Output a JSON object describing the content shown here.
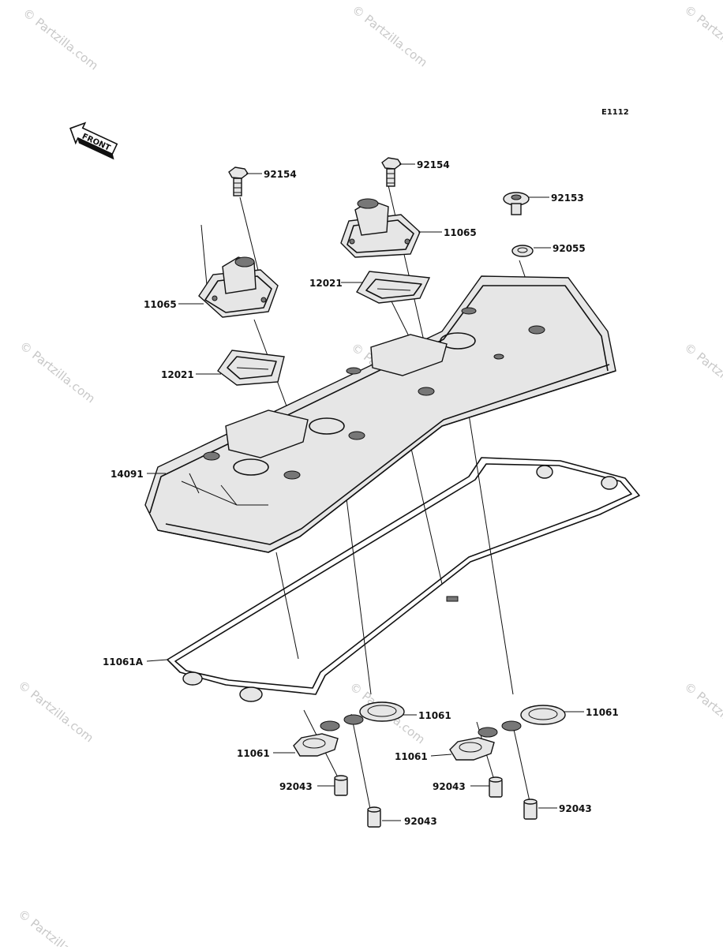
{
  "diagram_code": "E1112",
  "front_label": "FRONT",
  "watermarks": [
    "© Partzilla.com",
    "© Partzilla.com",
    "© Partzilla.com",
    "© Partzilla.com",
    "© Partzilla.com",
    "© Partzilla.com",
    "© Partzilla.com",
    "© Partzilla.com",
    "© Partzilla.com",
    "© Partzilla.com"
  ],
  "part_labels": [
    "92154",
    "92154",
    "92153",
    "11065",
    "92055",
    "12021",
    "11065",
    "12021",
    "14091",
    "11061A",
    "11061",
    "11061",
    "11061",
    "11061",
    "92043",
    "92043",
    "92043",
    "92043"
  ],
  "colors": {
    "line": "#111111",
    "watermark": "#c8c8c8",
    "background": "#ffffff"
  }
}
